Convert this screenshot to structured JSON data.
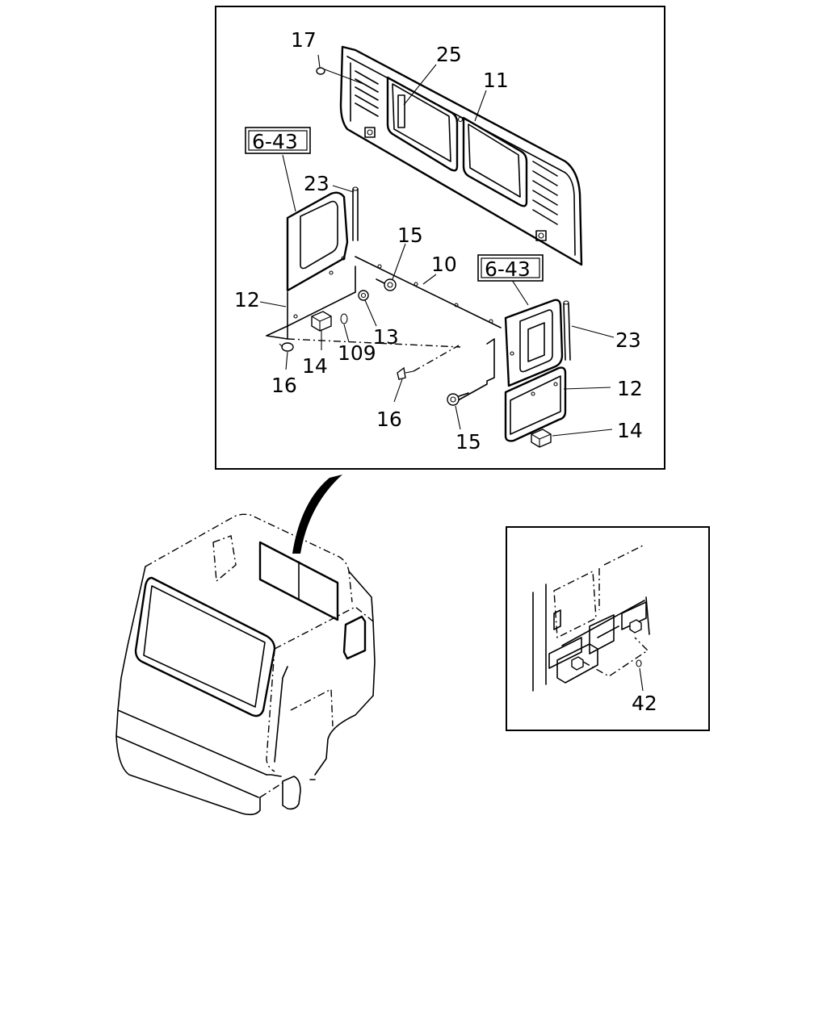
{
  "callouts": {
    "c17": "17",
    "c25": "25",
    "c11": "11",
    "ref_left": "6-43",
    "ref_right": "6-43",
    "c23_left": "23",
    "c23_right": "23",
    "c15_top": "15",
    "c15_bottom": "15",
    "c10": "10",
    "c12_left": "12",
    "c12_right": "12",
    "c13": "13",
    "c14_left": "14",
    "c14_right": "14",
    "c109": "109",
    "c16_left": "16",
    "c16_mid": "16",
    "c42": "42"
  }
}
